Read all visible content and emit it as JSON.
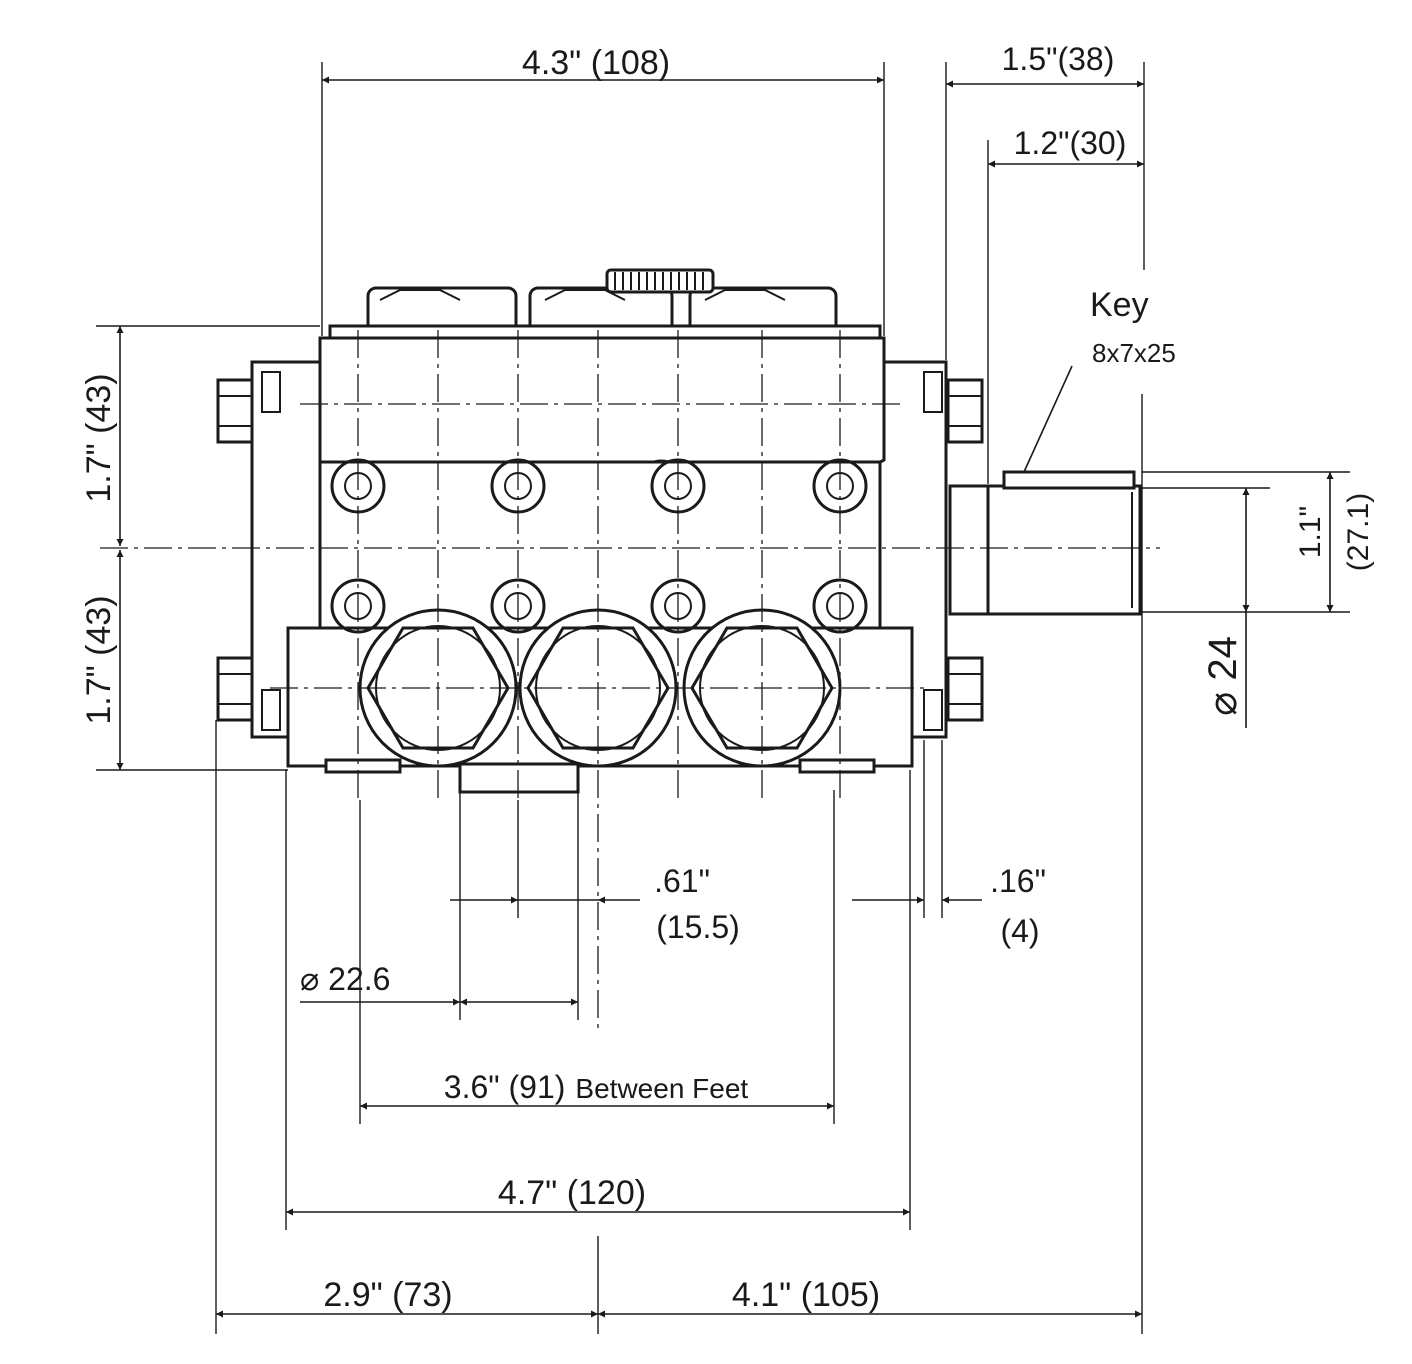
{
  "dimensions": {
    "top_width": "4.3\" (108)",
    "shaft_overall": "1.5\"(38)",
    "shaft_length": "1.2\"(30)",
    "upper_height": "1.7\" (43)",
    "lower_height": "1.7\" (43)",
    "shaft_offset_in": "1.1\"",
    "shaft_offset_mm": "(27.1)",
    "shaft_diameter": "⌀ 24",
    "port_spacing_in": ".61\"",
    "port_spacing_mm": "(15.5)",
    "foot_gap_in": ".16\"",
    "foot_gap_mm": "(4)",
    "port_diameter": "⌀ 22.6",
    "between_feet": "3.6\" (91)",
    "between_feet_suffix": "Between Feet",
    "base_width": "4.7\" (120)",
    "left_half": "2.9\" (73)",
    "right_half": "4.1\" (105)"
  },
  "key": {
    "title": "Key",
    "size": "8x7x25"
  }
}
